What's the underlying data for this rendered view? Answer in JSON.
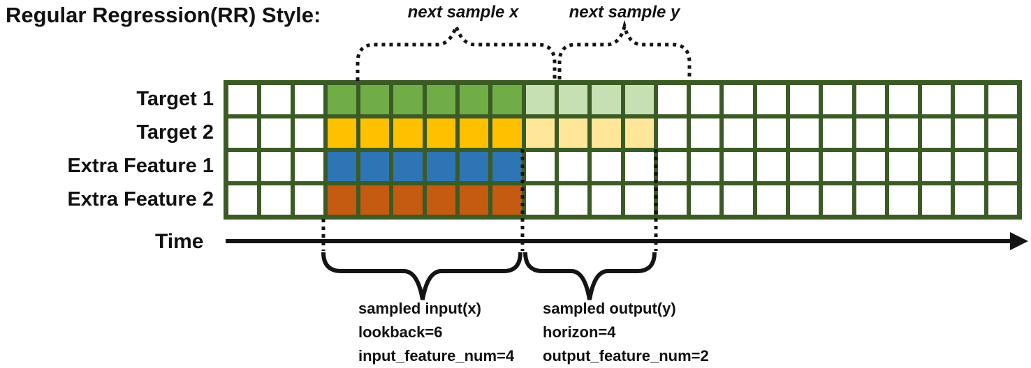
{
  "title": "Regular Regression(RR) Style:",
  "time_axis": {
    "label": "Time"
  },
  "annotations": {
    "next_sample_x": "next sample x",
    "next_sample_y": "next sample y",
    "input_block": [
      "sampled input(x)",
      "lookback=6",
      "input_feature_num=4"
    ],
    "output_block": [
      "sampled output(y)",
      "horizon=4",
      "output_feature_num=2"
    ]
  },
  "grid": {
    "columns": 24,
    "lead_empty_cols": 3,
    "lookback": 6,
    "horizon": 4,
    "rows": [
      {
        "label": "Target 1",
        "input_color": "#70ad47",
        "output_color": "#c6e0b4",
        "has_output": true
      },
      {
        "label": "Target 2",
        "input_color": "#ffc000",
        "output_color": "#ffe699",
        "has_output": true
      },
      {
        "label": "Extra Feature 1",
        "input_color": "#2e75b6",
        "output_color": null,
        "has_output": false
      },
      {
        "label": "Extra Feature 2",
        "input_color": "#c55a11",
        "output_color": null,
        "has_output": false
      }
    ]
  },
  "colors": {
    "grid_border": "#3b5b25",
    "empty_cell": "#ffffff",
    "annotation_ink": "#141414"
  }
}
